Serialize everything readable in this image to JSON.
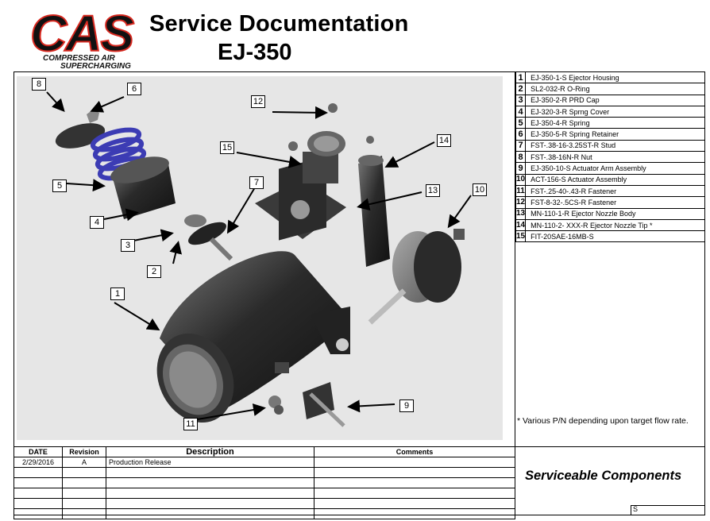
{
  "header": {
    "logo_text": "CAS",
    "logo_subtitle_1": "COMPRESSED AIR",
    "logo_subtitle_2": "SUPERCHARGING",
    "title": "Service Documentation",
    "model": "EJ-350"
  },
  "parts": [
    {
      "num": "1",
      "desc": "EJ-350-1-S Ejector Housing"
    },
    {
      "num": "2",
      "desc": "SL2-032-R O-Ring"
    },
    {
      "num": "3",
      "desc": "EJ-350-2-R PRD Cap"
    },
    {
      "num": "4",
      "desc": "EJ-320-3-R Sprng Cover"
    },
    {
      "num": "5",
      "desc": "EJ-350-4-R Spring"
    },
    {
      "num": "6",
      "desc": "EJ-350-5-R Spring Retainer"
    },
    {
      "num": "7",
      "desc": "FST-.38-16-3.25ST-R Stud"
    },
    {
      "num": "8",
      "desc": "FST-.38-16N-R Nut"
    },
    {
      "num": "9",
      "desc": "EJ-350-10-S Actuator Arm Assembly"
    },
    {
      "num": "10",
      "desc": "ACT-156-S Actuator Assembly"
    },
    {
      "num": "11",
      "desc": "FST-.25-40-.43-R Fastener"
    },
    {
      "num": "12",
      "desc": "FST-8-32-.5CS-R Fastener"
    },
    {
      "num": "13",
      "desc": "MN-110-1-R Ejector Nozzle Body"
    },
    {
      "num": "14",
      "desc": "MN-110-2- XXX-R Ejector Nozzle Tip *"
    },
    {
      "num": "15",
      "desc": "FIT-20SAE-16MB-S"
    }
  ],
  "note": "* Various P/N depending upon target flow rate.",
  "revision_table": {
    "headers": {
      "date": "DATE",
      "revision": "Revision",
      "description": "Description",
      "comments": "Comments"
    },
    "rows": [
      {
        "date": "2/29/2016",
        "revision": "A",
        "description": "Production Release",
        "comments": ""
      }
    ]
  },
  "footer": {
    "serviceable": "Serviceable Components",
    "sheet_mark": "S"
  },
  "callouts": {
    "c1": "1",
    "c2": "2",
    "c3": "3",
    "c4": "4",
    "c5": "5",
    "c6": "6",
    "c7": "7",
    "c8": "8",
    "c9": "9",
    "c10": "10",
    "c11": "11",
    "c12": "12",
    "c13": "13",
    "c14": "14",
    "c15": "15"
  },
  "colors": {
    "logo_red": "#d7281f",
    "spring_blue": "#3c3cb4",
    "drawing_bg": "#e6e6e6"
  }
}
